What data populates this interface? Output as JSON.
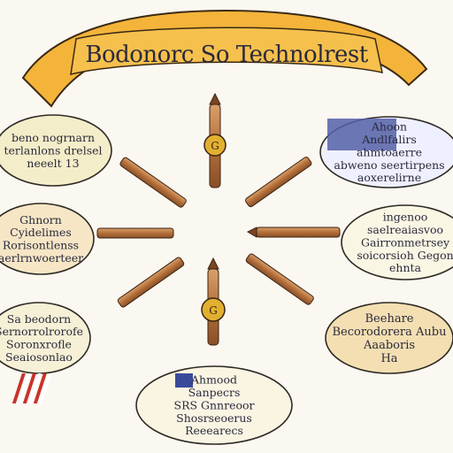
{
  "banner": {
    "title": "Bodonorc So Technolrest",
    "fill": "#f4b43a"
  },
  "hub": {
    "top_badge": "G",
    "bottom_badge": "G"
  },
  "nodes": [
    {
      "id": "top-left",
      "lines": [
        "beno nogrnarn",
        "terlanlons drelsel",
        "neeelt 13"
      ],
      "fill": "#f4edc9"
    },
    {
      "id": "top-right",
      "lines": [
        "Ahoon",
        "Andlfalirs",
        "ahmtoaerre",
        "abweno seertirpens",
        "aoxerelirne"
      ],
      "fill": "#eef0ff"
    },
    {
      "id": "middle-left",
      "lines": [
        "Ghnorn",
        "Cyidelimes",
        "Rorisontlenss",
        "aerlrnwoerteer"
      ],
      "fill": "#f6e6c6"
    },
    {
      "id": "middle-right",
      "lines": [
        "ingenoo",
        "saelreaiasvoo",
        "Gairronmetrsey",
        "soicorsioh Gegon",
        "ehnta"
      ],
      "fill": "#faf6e4"
    },
    {
      "id": "bottom-left",
      "lines": [
        "Sa beodorn",
        "Sernorrolrorofe",
        "Soronxrofle",
        "Seaiosonlao"
      ],
      "fill": "#f5f0d6"
    },
    {
      "id": "bottom-right",
      "lines": [
        "Beehare",
        "Becorodorera Aubu",
        "Aaaboris",
        "Ha"
      ],
      "fill": "#f3dfb2"
    },
    {
      "id": "bottom",
      "lines": [
        "Ahmood",
        "Sanpecrs",
        "SRS Gnnreoor",
        "Shosrseoerus",
        "Reeearecs"
      ],
      "fill": "#faf4e3"
    }
  ]
}
